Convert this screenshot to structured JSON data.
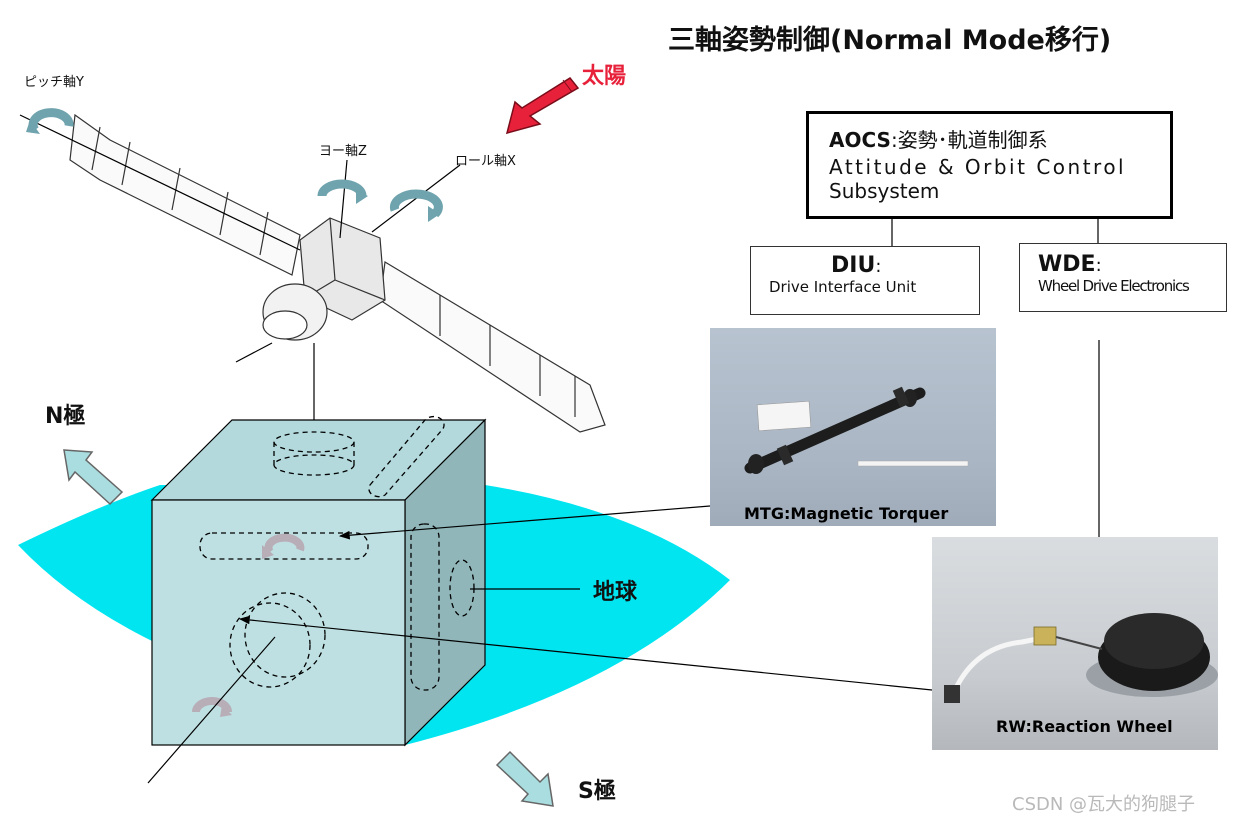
{
  "title": "三軸姿勢制御(Normal Mode移行)",
  "sun_label": "太陽",
  "axes": {
    "pitch": "ピッチ軸Y",
    "yaw": "ヨー軸Z",
    "roll": "ロール軸X"
  },
  "poles": {
    "north": "N極",
    "south": "S極"
  },
  "earth_label": "地球",
  "aocs": {
    "abbr": "AOCS",
    "separator": ":",
    "japanese": "姿勢･軌道制御系",
    "english_line1": "Attitude & Orbit Control",
    "english_line2": "Subsystem"
  },
  "diu": {
    "abbr": "DIU",
    "separator": ":",
    "full": "Drive Interface Unit"
  },
  "wde": {
    "abbr": "WDE",
    "separator": ":",
    "full": "Wheel Drive Electronics"
  },
  "mtg_caption": "MTG:Magnetic Torquer",
  "rw_caption": "RW:Reaction Wheel",
  "watermark": "CSDN @瓦大的狗腿子",
  "colors": {
    "earth": "#00e5f0",
    "cube_front": "#bfe0e2",
    "sun_arrow": "#e8213a",
    "pole_arrow": "#a9dde0"
  }
}
